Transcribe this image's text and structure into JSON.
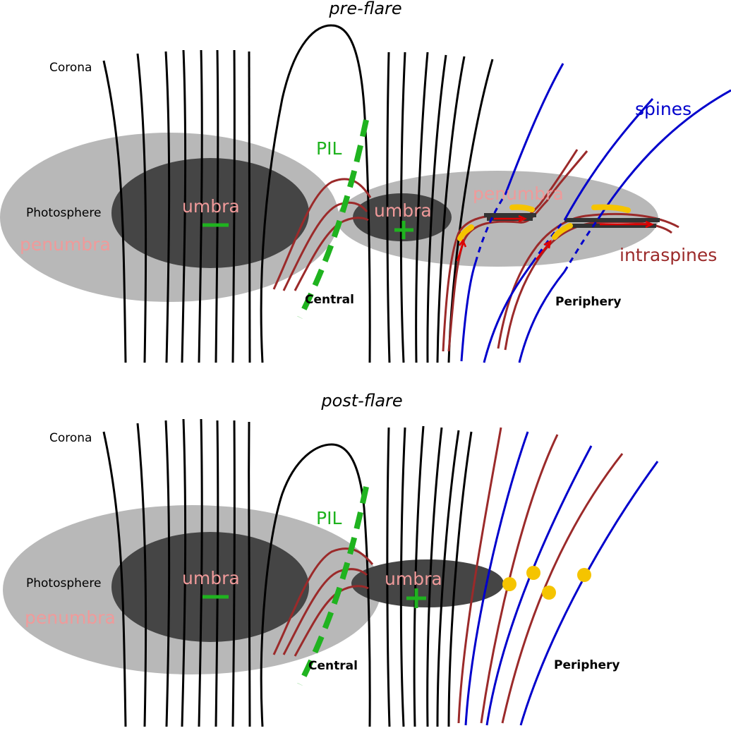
{
  "colors": {
    "penumbra": "#b8b8b8",
    "umbra": "#454545",
    "field_line": "#000000",
    "intraspine": "#9b2a2a",
    "spine": "#0000cc",
    "pil": "#1fb31f",
    "footpoint": "#f5c400",
    "flow_arrow": "#e00000",
    "label_pink": "#f09a9a"
  },
  "top_panel": {
    "title": "pre-flare",
    "corona_label": "Corona",
    "photosphere_label": "Photosphere",
    "left_penumbra_label": "penumbra",
    "left_umbra_label": "umbra",
    "left_sign": "–",
    "right_umbra_label": "umbra",
    "right_sign": "+",
    "right_penumbra_label": "penumbra",
    "pil_label": "PIL",
    "central_label": "Central",
    "periphery_label": "Periphery",
    "spines_label": "spines",
    "intraspines_label": "intraspines"
  },
  "bottom_panel": {
    "title": "post-flare",
    "corona_label": "Corona",
    "photosphere_label": "Photosphere",
    "left_penumbra_label": "penumbra",
    "left_umbra_label": "umbra",
    "left_sign": "–",
    "right_umbra_label": "umbra",
    "right_sign": "+",
    "pil_label": "PIL",
    "central_label": "Central",
    "periphery_label": "Periphery"
  }
}
